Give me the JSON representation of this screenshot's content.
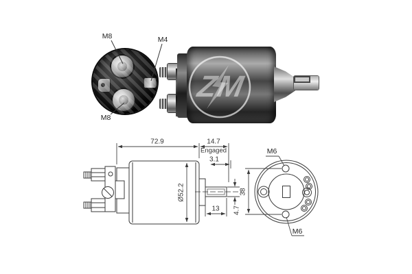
{
  "brand_watermark": "ZM",
  "front_view": {
    "top_terminal_label": "M8",
    "side_terminal_label": "M4",
    "bottom_terminal_label": "M8"
  },
  "side_view": {
    "overall_length": "72.9",
    "plunger_extension": "14.7",
    "plunger_state": "Engaged",
    "travel": "3.1",
    "body_diameter": "Ø52.2",
    "rod_length": "13",
    "rod_diameter": "4.7"
  },
  "rear_view": {
    "mounting_hole_spacing": "38",
    "top_hole_thread": "M6",
    "bottom_hole_thread": "M6"
  },
  "colors": {
    "background": "#ffffff",
    "line": "#3a3a3a",
    "text": "#333333"
  }
}
